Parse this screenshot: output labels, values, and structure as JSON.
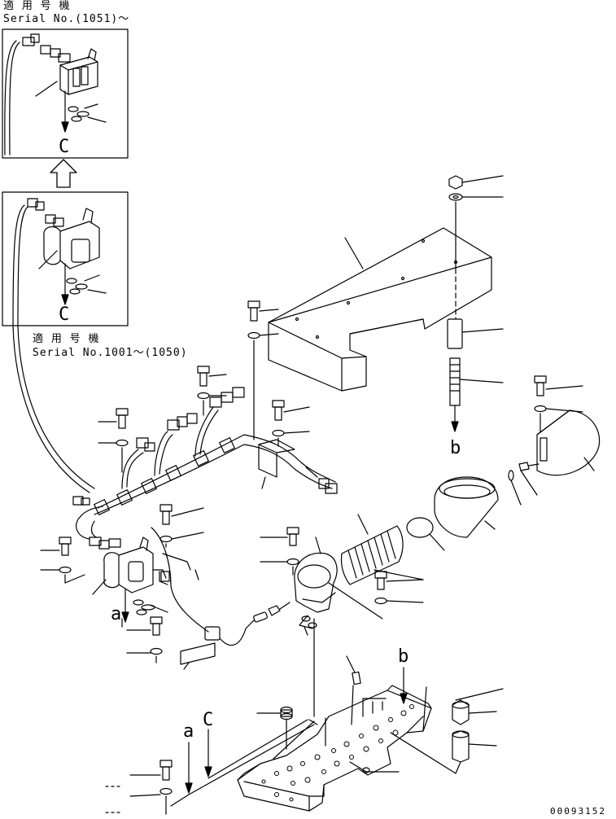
{
  "top_inset": {
    "applicability_label": "適 用 号 機",
    "serial_range": "Serial No.(1051)～",
    "view_letter": "C"
  },
  "lower_inset": {
    "view_letter": "C",
    "applicability_label": "適 用 号 機",
    "serial_range": "Serial No.1001～(1050)"
  },
  "view_marks": {
    "a_left": "a",
    "a_bottom": "a",
    "b_right": "b",
    "b_bottom": "b",
    "c_bottom": "C"
  },
  "drawing_number": "00093152"
}
